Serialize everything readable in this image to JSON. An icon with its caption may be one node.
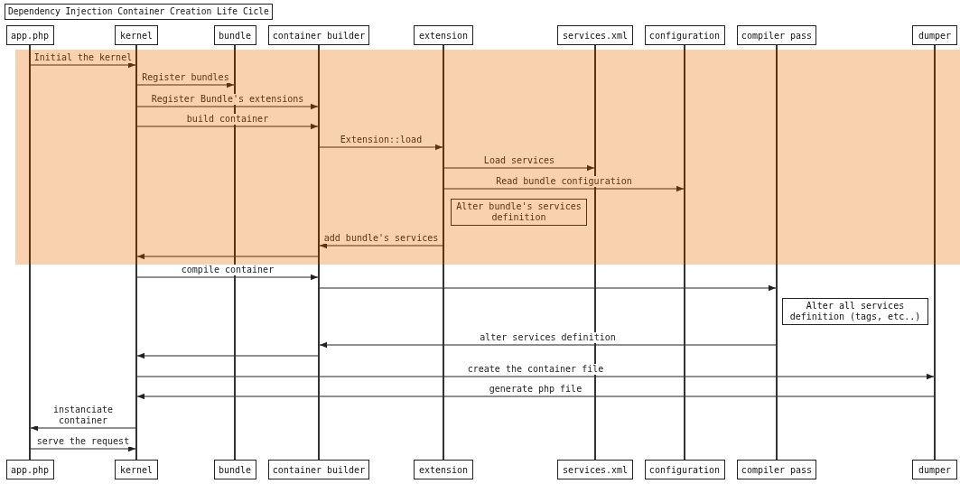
{
  "diagram": {
    "title": "Dependency Injection Container Creation Life Cicle",
    "nodes": [
      {
        "text": [
          "app.php"
        ]
      },
      {
        "text": [
          "kernel"
        ]
      },
      {
        "text": [
          "bundle"
        ]
      },
      {
        "text": [
          "container builder"
        ]
      },
      {
        "text": [
          "extension"
        ]
      },
      {
        "text": [
          "services.xml"
        ]
      },
      {
        "text": [
          "configuration"
        ]
      },
      {
        "text": [
          "compiler pass"
        ]
      },
      {
        "text": [
          "dumper"
        ]
      },
      {
        "text": [],
        "shape": "bar"
      },
      {
        "text": [],
        "shape": "bar"
      },
      {
        "text": [],
        "shape": "bar"
      },
      {
        "text": [],
        "shape": "bar"
      },
      {
        "text": [],
        "shape": "bar"
      },
      {
        "text": [],
        "shape": "bar"
      },
      {
        "text": [],
        "shape": "bar"
      },
      {
        "text": [],
        "shape": "bar"
      },
      {
        "text": [],
        "shape": "bar"
      },
      {
        "text": [
          "Alter bundle's services definition"
        ]
      },
      {
        "text": [
          "Alter all services definition (tags, etc..)"
        ]
      },
      {
        "text": [
          "app.php"
        ]
      },
      {
        "text": [
          "kernel"
        ]
      },
      {
        "text": [
          "bundle"
        ]
      },
      {
        "text": [
          "container builder"
        ]
      },
      {
        "text": [
          "extension"
        ]
      },
      {
        "text": [
          "services.xml"
        ]
      },
      {
        "text": [
          "configuration"
        ]
      },
      {
        "text": [
          "compiler pass"
        ]
      },
      {
        "text": [
          "dumper"
        ]
      }
    ],
    "edges": [
      {
        "from": 9,
        "to": 10,
        "arrow": "to",
        "label": "Initial the kernel",
        "color": "#5c3310"
      },
      {
        "from": 10,
        "to": 11,
        "arrow": "to",
        "label": "Register bundles",
        "color": "#5c3310"
      },
      {
        "from": 10,
        "to": 12,
        "arrow": "to",
        "label": "Register Bundle's extensions",
        "color": "#5c3310"
      },
      {
        "from": 10,
        "to": 12,
        "arrow": "to",
        "label": "build container",
        "color": "#5c3310"
      },
      {
        "from": 12,
        "to": 13,
        "arrow": "to",
        "label": "Extension::load",
        "color": "#5c3310"
      },
      {
        "from": 13,
        "to": 14,
        "arrow": "to",
        "label": "Load services",
        "color": "#5c3310"
      },
      {
        "from": 13,
        "to": 15,
        "arrow": "to",
        "label": "Read bundle configuration",
        "color": "#5c3310"
      },
      {
        "from": 13,
        "to": 12,
        "arrow": "to",
        "label": "add bundle's services",
        "color": "#5c3310"
      },
      {
        "from": 12,
        "to": 10,
        "arrow": "to",
        "color": "#5c3310"
      },
      {
        "from": 10,
        "to": 12,
        "arrow": "to",
        "label": "compile container"
      },
      {
        "from": 12,
        "to": 16,
        "arrow": "to"
      },
      {
        "from": 16,
        "to": 12,
        "arrow": "to",
        "label": "alter services definition"
      },
      {
        "from": 12,
        "to": 10,
        "arrow": "to"
      },
      {
        "from": 10,
        "to": 17,
        "arrow": "to",
        "label": "create the container file"
      },
      {
        "from": 17,
        "to": 10,
        "arrow": "to",
        "label": "generate php file"
      },
      {
        "from": 10,
        "to": 9,
        "arrow": "to",
        "label": "instanciate container"
      },
      {
        "from": 9,
        "to": 10,
        "arrow": "to",
        "label": "serve the request"
      }
    ]
  }
}
